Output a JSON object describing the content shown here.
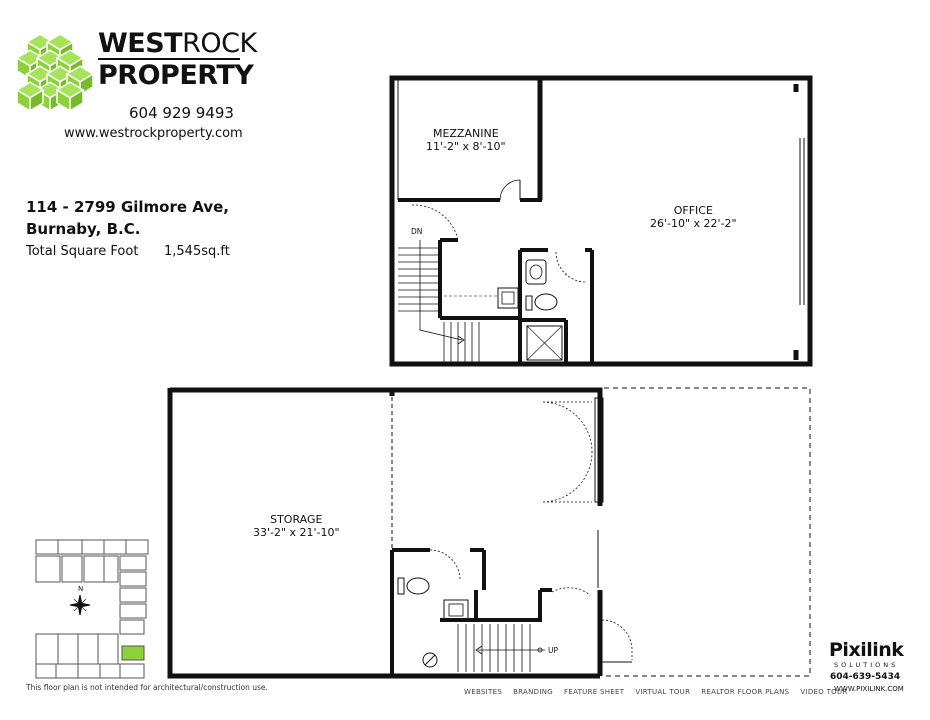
{
  "branding": {
    "name_west": "WEST",
    "name_rock": "ROCK",
    "name_property": "PROPERTY",
    "phone": "604 929 9493",
    "website": "www.westrockproperty.com",
    "logo_color": "#8cd13a"
  },
  "listing": {
    "address_line1": "114 - 2799 Gilmore Ave,",
    "address_line2": "Burnaby, B.C.",
    "total_label": "Total Square Foot",
    "total_value": "1,545sq.ft"
  },
  "rooms": {
    "mezzanine": {
      "name": "MEZZANINE",
      "dims": "11'-2\" x 8'-10\""
    },
    "office": {
      "name": "OFFICE",
      "dims": "26'-10\" x 22'-2\""
    },
    "storage": {
      "name": "STORAGE",
      "dims": "33'-2\" x 21'-10\""
    }
  },
  "stair_labels": {
    "down": "DN",
    "up": "UP"
  },
  "compass": {
    "north": "N"
  },
  "site_plan": {
    "highlight_color": "#8cd13a"
  },
  "footer": {
    "disclaimer": "This floor plan is not intended for architectural/construction use.",
    "services": [
      "WEBSITES",
      "BRANDING",
      "FEATURE SHEET",
      "VIRTUAL TOUR",
      "REALTOR FLOOR PLANS",
      "VIDEO TOUR"
    ]
  },
  "pixilink": {
    "name": "Pixilink",
    "sub": "SOLUTIONS",
    "phone": "604-639-5434",
    "web": "WWW.PIXILINK.COM"
  }
}
